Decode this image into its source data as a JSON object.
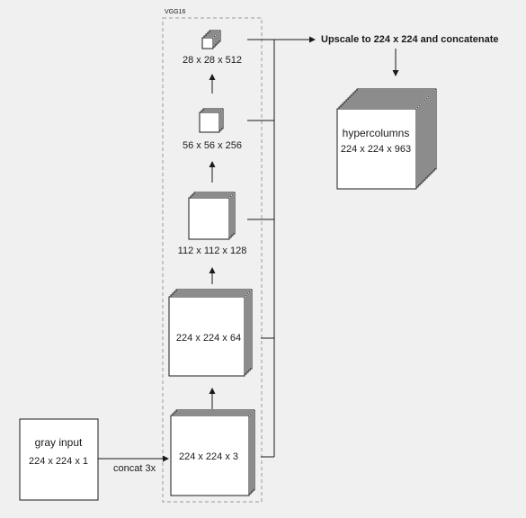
{
  "container_label": "VGG16",
  "layers": {
    "l5": "28 x 28 x 512",
    "l4": "56 x 56 x 256",
    "l3": "112 x 112 x 128",
    "l2": "224 x 224 x 64",
    "l1": "224 x 224 x 3"
  },
  "input": {
    "title": "gray input",
    "size": "224 x 224 x 1"
  },
  "edge_label": "concat 3x",
  "upscale_label": "Upscale to 224 x 224 and concatenate",
  "output": {
    "title": "hypercolumns",
    "size": "224 x 224 x 963"
  },
  "colors": {
    "background": "#f0f0f0",
    "stroke": "#1a1a1a",
    "box_fill": "#ffffff",
    "dashed": "#9a9a9a"
  }
}
